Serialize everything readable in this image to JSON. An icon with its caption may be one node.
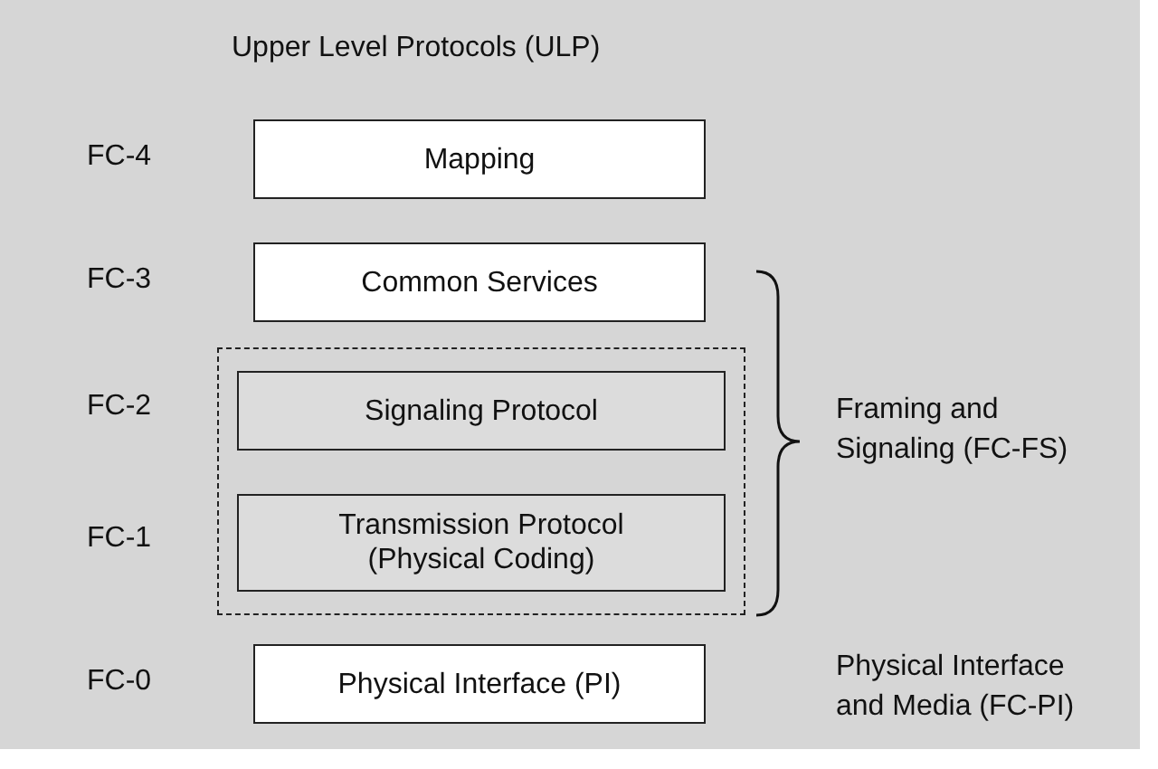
{
  "diagram": {
    "nodes": [
      {
        "text": [
          "Upper Level Protocols (ULP)"
        ]
      },
      {
        "text": [
          "Mapping"
        ],
        "in": 0,
        "beside": [
          "FC-4"
        ]
      },
      {
        "text": [
          "Common Services"
        ],
        "in": 0,
        "beside": [
          "FC-3"
        ]
      },
      {
        "text": [],
        "shape": "box",
        "in": 0
      },
      {
        "text": [
          "Signaling Protocol"
        ],
        "in": 3,
        "beside": [
          "FC-2"
        ]
      },
      {
        "text": [
          "Transmission Protocol (Physical Coding)"
        ],
        "in": 3,
        "beside": [
          "FC-1"
        ]
      },
      {
        "text": [
          "Physical Interface (PI)"
        ],
        "in": 0,
        "beside": [
          "FC-0"
        ]
      }
    ],
    "edges": [],
    "labels": [
      "Framing and Signaling (FC-FS)",
      "Physical Interface and Media (FC-PI)"
    ]
  }
}
